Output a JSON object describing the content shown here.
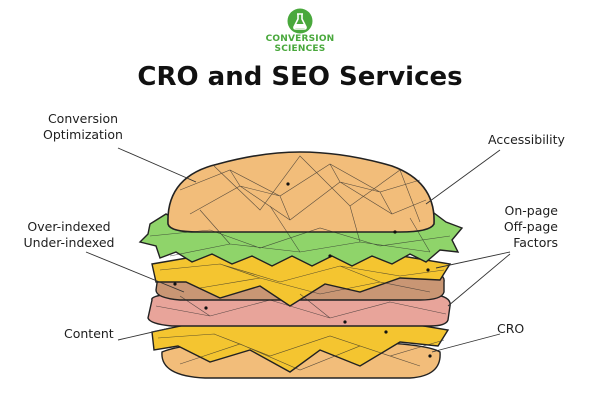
{
  "logo": {
    "line1": "CONVERSION",
    "line2": "SCIENCES",
    "icon": "flask-icon",
    "color": "#49a83c"
  },
  "title": "CRO and SEO Services",
  "labels": {
    "conversion": [
      "Conversion",
      "Optimization"
    ],
    "indexed": [
      "Over-indexed",
      "Under-indexed"
    ],
    "content": "Content",
    "accessibility": "Accessibility",
    "factors": [
      "On-page",
      "Off-page",
      "Factors"
    ],
    "cro": "CRO"
  },
  "colors": {
    "bun": "#f2bd7a",
    "lettuce": "#8fd46a",
    "cheese": "#f4c530",
    "patty": "#c99674",
    "ham": "#e8a49a"
  }
}
